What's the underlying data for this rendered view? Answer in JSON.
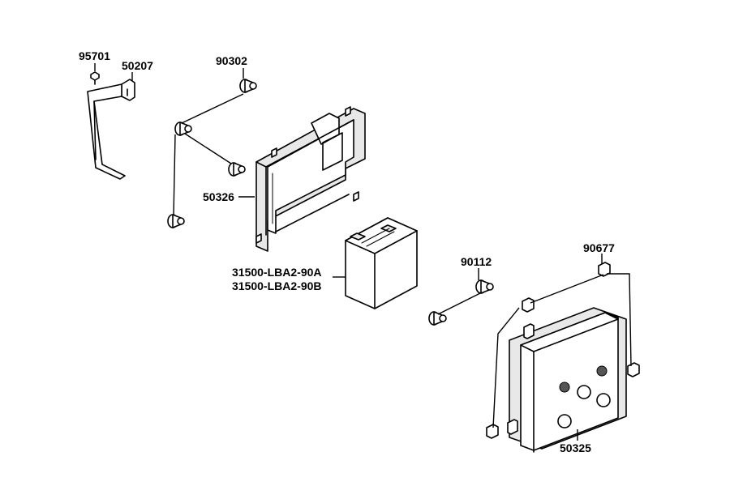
{
  "diagram": {
    "parts": [
      {
        "id": "p95701",
        "number": "95701"
      },
      {
        "id": "p50207",
        "number": "50207"
      },
      {
        "id": "p90302",
        "number": "90302"
      },
      {
        "id": "p50326",
        "number": "50326"
      },
      {
        "id": "p31500a",
        "number": "31500-LBA2-90A"
      },
      {
        "id": "p31500b",
        "number": "31500-LBA2-90B"
      },
      {
        "id": "p90112",
        "number": "90112"
      },
      {
        "id": "p90677",
        "number": "90677"
      },
      {
        "id": "p50325",
        "number": "50325"
      }
    ]
  }
}
